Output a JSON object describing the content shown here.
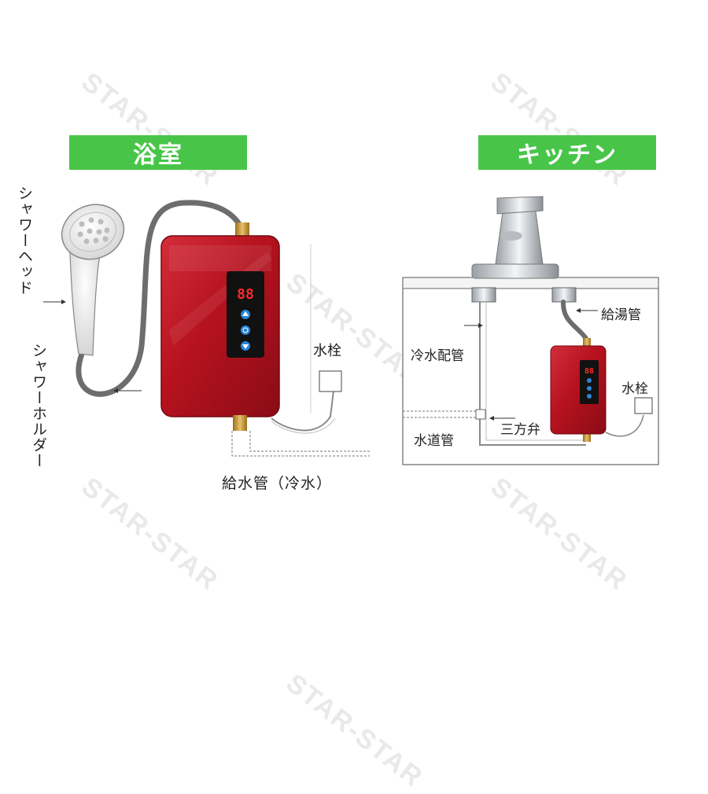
{
  "watermark": "STAR-STAR",
  "bathroom": {
    "title": "浴室",
    "shower_head": "シャワーヘッド",
    "shower_holder": "シャワーホルダー",
    "faucet": "水栓",
    "supply_pipe": "給水管（冷水）",
    "display": "88"
  },
  "kitchen": {
    "title": "キッチン",
    "hot_pipe": "給湯管",
    "cold_pipe": "冷水配管",
    "faucet": "水栓",
    "water_pipe": "水道管",
    "three_way_valve": "三方弁",
    "display": "88"
  },
  "colors": {
    "badge": "#48c548",
    "heater_body": "#b5121e",
    "hose": "#6d6d6d",
    "brass": "#c99a3c"
  }
}
